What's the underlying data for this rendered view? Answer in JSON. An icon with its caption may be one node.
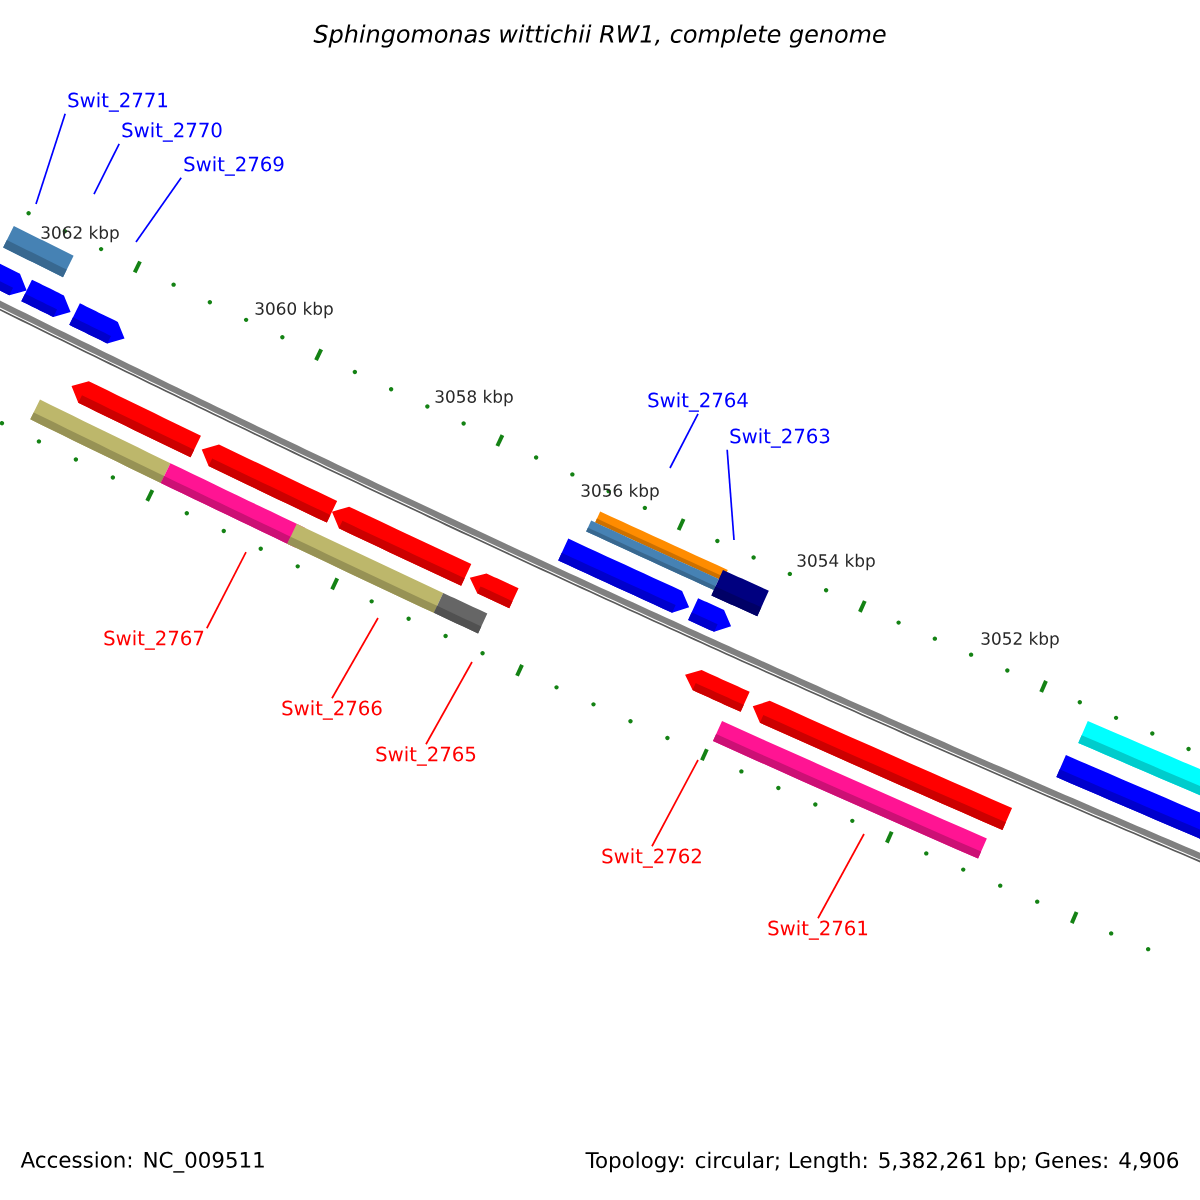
{
  "diagram": {
    "title": "Sphingomonas wittichii RW1, complete genome",
    "nodes": [
      {
        "text": [
          "Swit_2771"
        ]
      },
      {
        "text": [
          "Swit_2770"
        ]
      },
      {
        "text": [
          "Swit_2769"
        ]
      },
      {
        "text": [
          "Swit_2764"
        ]
      },
      {
        "text": [
          "Swit_2763"
        ]
      },
      {
        "text": [
          "Swit_2767"
        ]
      },
      {
        "text": [
          "Swit_2766"
        ]
      },
      {
        "text": [
          "Swit_2765"
        ]
      },
      {
        "text": [
          "Swit_2762"
        ]
      },
      {
        "text": [
          "Swit_2761"
        ]
      }
    ],
    "edges": [
      {
        "from": 0,
        "to": null,
        "arrow": "none",
        "color": "#0000ff"
      },
      {
        "from": 1,
        "to": null,
        "arrow": "none",
        "color": "#0000ff"
      },
      {
        "from": 2,
        "to": null,
        "arrow": "none",
        "color": "#0000ff"
      },
      {
        "from": 3,
        "to": null,
        "arrow": "none",
        "color": "#0000ff"
      },
      {
        "from": 4,
        "to": null,
        "arrow": "none",
        "color": "#0000ff"
      },
      {
        "from": 5,
        "to": null,
        "arrow": "none",
        "color": "#ff0000"
      },
      {
        "from": 6,
        "to": null,
        "arrow": "none",
        "color": "#ff0000"
      },
      {
        "from": 7,
        "to": null,
        "arrow": "none",
        "color": "#ff0000"
      },
      {
        "from": 8,
        "to": null,
        "arrow": "none",
        "color": "#ff0000"
      },
      {
        "from": 9,
        "to": null,
        "arrow": "none",
        "color": "#ff0000"
      }
    ],
    "labels": [
      "3062 kbp",
      "3060 kbp",
      "3058 kbp",
      "3056 kbp",
      "3054 kbp",
      "3052 kbp",
      "Accession: NC_009511",
      "Topology: circular; Length: 5,382,261 bp; Genes: 4,906"
    ]
  }
}
